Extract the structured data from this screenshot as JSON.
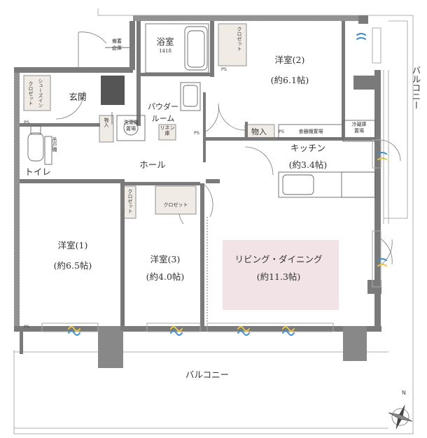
{
  "rooms": {
    "western_1": {
      "name": "洋室(1)",
      "area": "(約6.5帖)"
    },
    "western_2": {
      "name": "洋室(2)",
      "area": "(約6.1帖)"
    },
    "western_3": {
      "name": "洋室(3)",
      "area": "(約4.0帖)"
    },
    "living": {
      "name": "リビング・ダイニング",
      "area": "(約11.3帖)"
    },
    "kitchen": {
      "name": "キッチン",
      "area": "(約3.4帖)"
    },
    "hall": "ホール",
    "entrance": "玄関",
    "toilet": "トイレ",
    "bath": {
      "name": "浴室",
      "size": "1418"
    },
    "powder": {
      "line1": "パウダー",
      "line2": "ルーム"
    },
    "storage_spare": {
      "line1": "備蓄",
      "line2": "倉庫"
    }
  },
  "balconies": {
    "south": "バルコニー",
    "east": "バルコニー"
  },
  "closets": {
    "western_2": "クロゼット",
    "hall": "クロゼット",
    "western_3": "クロゼット",
    "shoes": {
      "line1": "シューズイン",
      "line2": "クロゼット"
    }
  },
  "storage": {
    "hall": "物入",
    "kitchen": "物入"
  },
  "fixtures": {
    "washer": {
      "line1": "洗濯機",
      "line2": "置場"
    },
    "linen": {
      "line1": "リネン",
      "line2": "庫"
    },
    "pantry": "食器棚置場",
    "fridge": {
      "line1": "冷蔵庫",
      "line2": "置場"
    },
    "toilet_shelf": "吊戸棚"
  },
  "markers": {
    "ps": "PS"
  },
  "compass": {
    "north": "N"
  },
  "colors": {
    "wall": "#7a7a7a",
    "wall_dark": "#606060",
    "living_tint": "#f2e4e6",
    "closet_fill": "#f1ebe6",
    "window_blue": "#3f8fc4",
    "window_yellow": "#e8c74a"
  }
}
